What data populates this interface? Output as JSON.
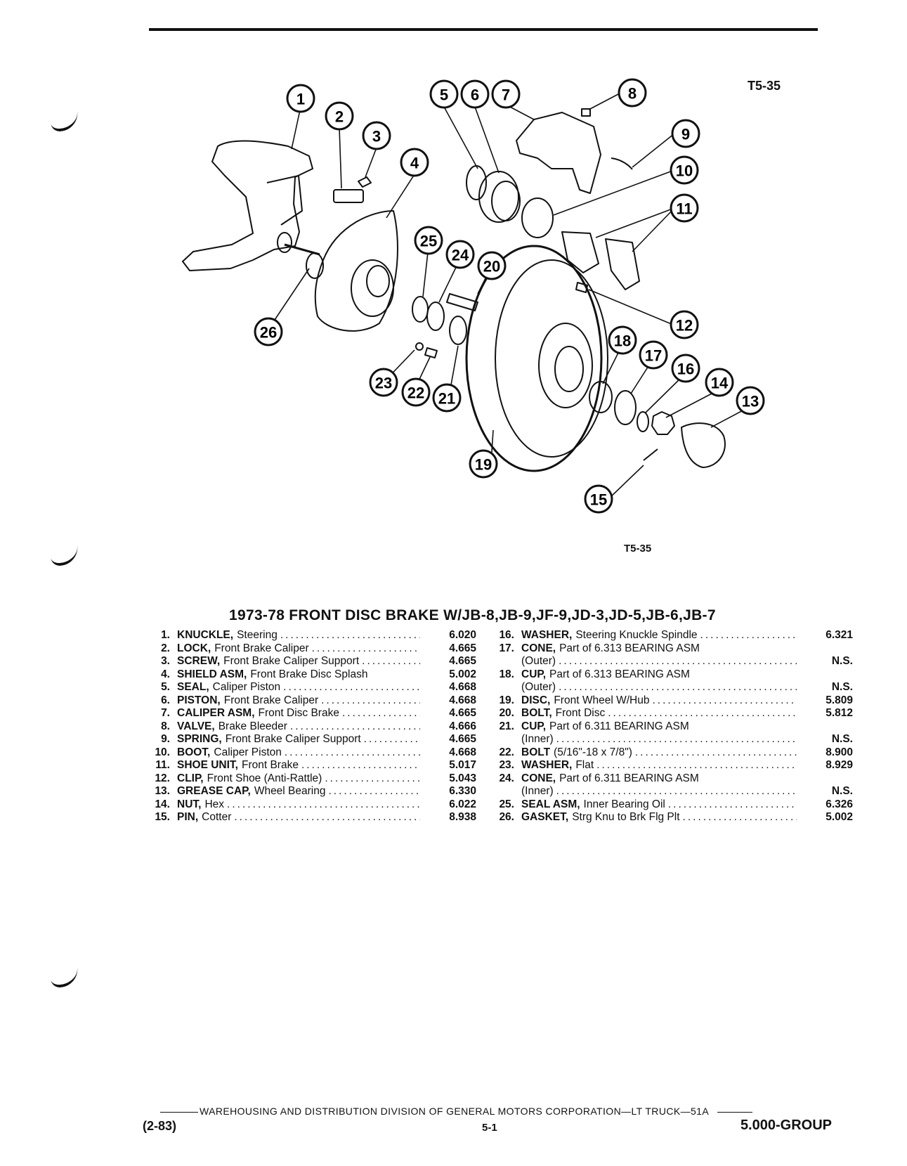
{
  "page": {
    "figure_code_top": "T5-35",
    "figure_code_bottom": "T5-35",
    "title": "1973-78 FRONT DISC BRAKE W/JB-8,JB-9,JF-9,JD-3,JD-5,JB-6,JB-7"
  },
  "callouts": [
    "1",
    "2",
    "3",
    "4",
    "5",
    "6",
    "7",
    "8",
    "9",
    "10",
    "11",
    "12",
    "13",
    "14",
    "15",
    "16",
    "17",
    "18",
    "19",
    "20",
    "21",
    "22",
    "23",
    "24",
    "25",
    "26"
  ],
  "parts_left": [
    {
      "num": "1.",
      "name": "KNUCKLE,",
      "desc": "Steering",
      "code": "6.020",
      "dots": true
    },
    {
      "num": "2.",
      "name": "LOCK,",
      "desc": "Front Brake Caliper",
      "code": "4.665",
      "dots": true
    },
    {
      "num": "3.",
      "name": "SCREW,",
      "desc": "Front Brake Caliper Support",
      "code": "4.665",
      "dots": true
    },
    {
      "num": "4.",
      "name": "SHIELD ASM,",
      "desc": "Front Brake Disc Splash",
      "code": "5.002",
      "dots": false
    },
    {
      "num": "5.",
      "name": "SEAL,",
      "desc": "Caliper Piston",
      "code": "4.668",
      "dots": true
    },
    {
      "num": "6.",
      "name": "PISTON,",
      "desc": "Front Brake Caliper",
      "code": "4.668",
      "dots": true
    },
    {
      "num": "7.",
      "name": "CALIPER ASM,",
      "desc": "Front Disc Brake",
      "code": "4.665",
      "dots": true
    },
    {
      "num": "8.",
      "name": "VALVE,",
      "desc": "Brake Bleeder",
      "code": "4.666",
      "dots": true
    },
    {
      "num": "9.",
      "name": "SPRING,",
      "desc": "Front Brake Caliper Support",
      "code": "4.665",
      "dots": true
    },
    {
      "num": "10.",
      "name": "BOOT,",
      "desc": "Caliper Piston",
      "code": "4.668",
      "dots": true
    },
    {
      "num": "11.",
      "name": "SHOE UNIT,",
      "desc": "Front Brake",
      "code": "5.017",
      "dots": true
    },
    {
      "num": "12.",
      "name": "CLIP,",
      "desc": "Front Shoe (Anti-Rattle)",
      "code": "5.043",
      "dots": true
    },
    {
      "num": "13.",
      "name": "GREASE CAP,",
      "desc": "Wheel Bearing",
      "code": "6.330",
      "dots": true
    },
    {
      "num": "14.",
      "name": "NUT,",
      "desc": "Hex",
      "code": "6.022",
      "dots": true
    },
    {
      "num": "15.",
      "name": "PIN,",
      "desc": "Cotter",
      "code": "8.938",
      "dots": true
    }
  ],
  "parts_right": [
    {
      "num": "16.",
      "name": "WASHER,",
      "desc": "Steering Knuckle Spindle",
      "code": "6.321",
      "dots": true
    },
    {
      "num": "17.",
      "name": "CONE,",
      "desc": "Part of 6.313 BEARING ASM",
      "code": "",
      "dots": false
    },
    {
      "num": "",
      "name": "",
      "desc": "(Outer)",
      "code": "N.S.",
      "dots": true
    },
    {
      "num": "18.",
      "name": "CUP,",
      "desc": "Part of 6.313 BEARING ASM",
      "code": "",
      "dots": false
    },
    {
      "num": "",
      "name": "",
      "desc": "(Outer)",
      "code": "N.S.",
      "dots": true
    },
    {
      "num": "19.",
      "name": "DISC,",
      "desc": "Front Wheel W/Hub",
      "code": "5.809",
      "dots": true
    },
    {
      "num": "20.",
      "name": "BOLT,",
      "desc": "Front Disc",
      "code": "5.812",
      "dots": true
    },
    {
      "num": "21.",
      "name": "CUP,",
      "desc": "Part of 6.311 BEARING ASM",
      "code": "",
      "dots": false
    },
    {
      "num": "",
      "name": "",
      "desc": "(Inner)",
      "code": "N.S.",
      "dots": true
    },
    {
      "num": "22.",
      "name": "BOLT",
      "desc": "(5/16\"-18 x 7/8\")",
      "code": "8.900",
      "dots": true
    },
    {
      "num": "23.",
      "name": "WASHER,",
      "desc": "Flat",
      "code": "8.929",
      "dots": true
    },
    {
      "num": "24.",
      "name": "CONE,",
      "desc": "Part of 6.311 BEARING ASM",
      "code": "",
      "dots": false
    },
    {
      "num": "",
      "name": "",
      "desc": "(Inner)",
      "code": "N.S.",
      "dots": true
    },
    {
      "num": "25.",
      "name": "SEAL ASM,",
      "desc": "Inner Bearing Oil",
      "code": "6.326",
      "dots": true
    },
    {
      "num": "26.",
      "name": "GASKET,",
      "desc": "Strg Knu to Brk Flg Plt",
      "code": "5.002",
      "dots": true
    }
  ],
  "footer": {
    "division": "WAREHOUSING AND DISTRIBUTION  DIVISION OF GENERAL MOTORS CORPORATION—LT TRUCK—51A",
    "left": "(2-83)",
    "center": "5-1",
    "right": "5.000-GROUP"
  }
}
